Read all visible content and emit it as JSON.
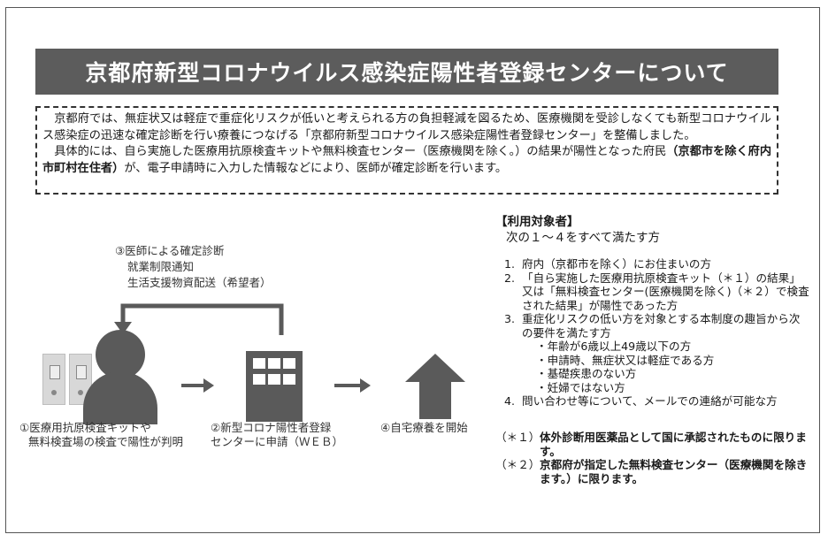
{
  "title": "京都府新型コロナウイルス感染症陽性者登録センターについて",
  "intro": {
    "paragraph1": "京都府では、無症状又は軽症で重症化リスクが低いと考えられる方の負担軽減を図るため、医療機関を受診しなくても新型コロナウイルス感染症の迅速な確定診断を行い療養につなげる「京都府新型コロナウイルス感染症陽性者登録センター」を整備しました。",
    "paragraph2_a": "具体的には、自ら実施した医療用抗原検査キットや無料検査センター（医療機関を除く。）の結果が陽性となった府民",
    "paragraph2_bold": "（京都市を除く府内市町村在住者）",
    "paragraph2_b": "が、電子申請時に入力した情報などにより、医師が確定診断を行います。"
  },
  "diagram": {
    "step3_lines": [
      "③医師による確定診断",
      "就業制限通知",
      "生活支援物資配送（希望者）"
    ],
    "step1_lines": [
      "①医療用抗原検査キットや",
      "無料検査場の検査で陽性が判明"
    ],
    "step2_lines": [
      "②新型コロナ陽性者登録",
      "センターに申請（ＷＥＢ）"
    ],
    "step4": "④自宅療養を開始"
  },
  "eligibility": {
    "header": "【利用対象者】",
    "subheader": "次の１～４をすべて満たす方",
    "items": [
      {
        "num": "1.",
        "text": "府内（京都市を除く）にお住まいの方"
      },
      {
        "num": "2.",
        "text": "「自ら実施した医療用抗原検査キット（＊１）の結果」又は「無料検査センター(医療機関を除く)（＊２）で検査された結果」が陽性であった方"
      },
      {
        "num": "3.",
        "text": "重症化リスクの低い方を対象とする本制度の趣旨から次の要件を満たす方"
      },
      {
        "num": "4.",
        "text": "問い合わせ等について、メールでの連絡が可能な方"
      }
    ],
    "conditions": [
      "・年齢が6歳以上49歳以下の方",
      "・申請時、無症状又は軽症である方",
      "・基礎疾患のない方",
      "・妊婦ではない方"
    ]
  },
  "notes": [
    {
      "label": "（＊１）",
      "text": "体外診断用医薬品として国に承認されたものに限ります。"
    },
    {
      "label": "（＊２）",
      "text": "京都府が指定した無料検査センター（医療機関を除きます。）に限ります。"
    }
  ],
  "colors": {
    "title_bg": "#5c5c5c",
    "icon": "#5a5a5a"
  }
}
